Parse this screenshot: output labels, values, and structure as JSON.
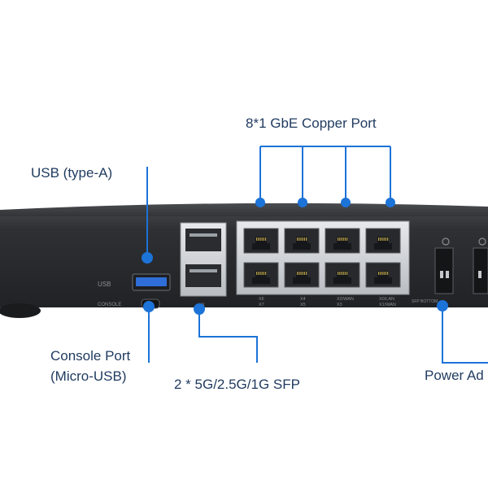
{
  "colors": {
    "callout_line": "#1c73d8",
    "callout_dot": "#1c73d8",
    "callout_text": "#1f3a5f",
    "chassis": "#2b2d30",
    "chassis_top": "#3a3c40",
    "port_metal": "#cfd2d6",
    "usb_blue": "#2f6ed8"
  },
  "callouts": {
    "copper_port": "8*1 GbE Copper Port",
    "usb": "USB (type-A)",
    "console_line1": "Console Port",
    "console_line2": "(Micro-USB)",
    "sfp": "2 * 5G/2.5G/1G SFP",
    "power": "Power Ad"
  },
  "device_labels": {
    "usb_port": "USB",
    "console": "CONSOLE",
    "sfp_port": "X8",
    "copper_top": [
      "X6",
      "X4",
      "X2/WAN",
      "X0/LAN"
    ],
    "copper_bottom": [
      "X7",
      "X5",
      "X3",
      "X1/WAN"
    ],
    "reset": "SFP BOTTOM"
  },
  "icons": [
    "usb-icon",
    "rj45-port-icon",
    "sfp-port-icon",
    "power-icon"
  ]
}
